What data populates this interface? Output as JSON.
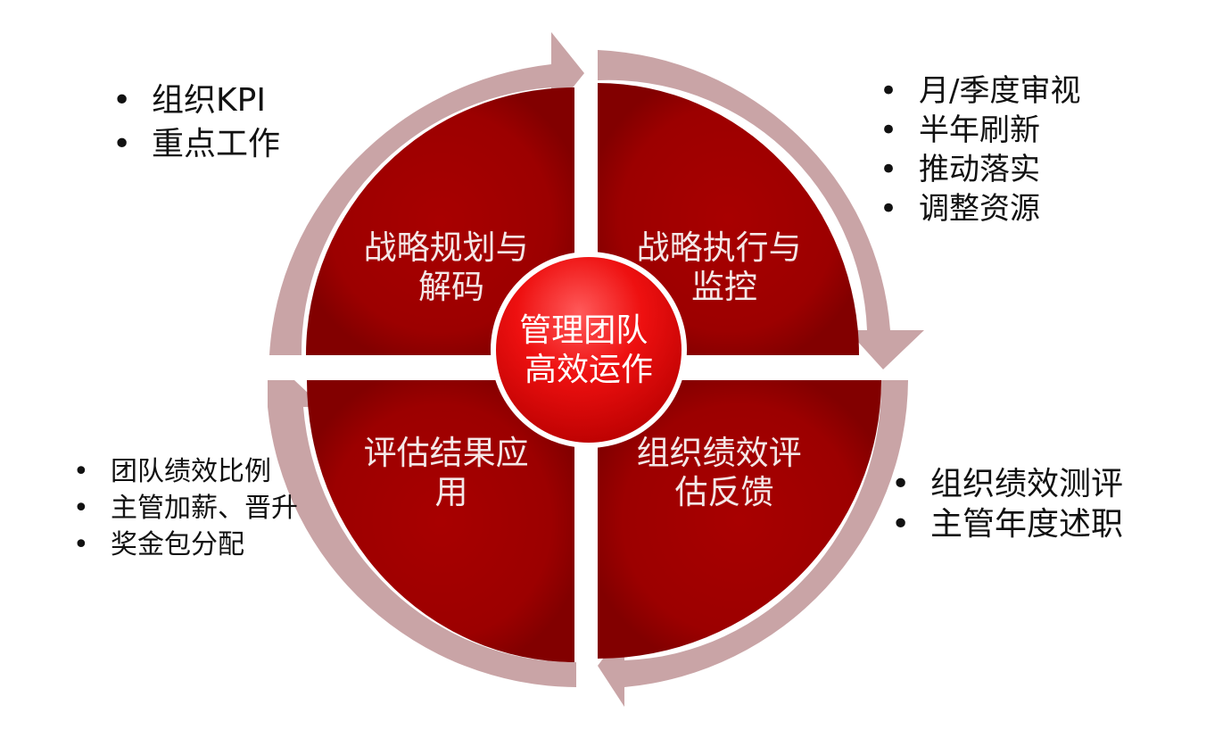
{
  "diagram": {
    "center_label_lines": [
      "管理团队",
      "高效运作"
    ],
    "quadrants": [
      {
        "id": "top-left",
        "label_lines": [
          "战略规划与",
          "解码"
        ]
      },
      {
        "id": "top-right",
        "label_lines": [
          "战略执行与",
          "监控"
        ]
      },
      {
        "id": "bottom-right",
        "label_lines": [
          "组织绩效评",
          "估反馈"
        ]
      },
      {
        "id": "bottom-left",
        "label_lines": [
          "评估结果应",
          "用"
        ]
      }
    ],
    "colors": {
      "quadrant": "#a10000",
      "quadrant_dark": "#7d0000",
      "arrow_ring": "#c9a4a6",
      "hub": "#e30000",
      "hub_highlight": "#ff5a5a",
      "separator": "#ffffff"
    }
  },
  "lists": {
    "top_left": [
      "组织KPI",
      "重点工作"
    ],
    "top_right": [
      "月/季度审视",
      "半年刷新",
      "推动落实",
      "调整资源"
    ],
    "bottom_left": [
      "团队绩效比例",
      "主管加薪、晋升",
      "奖金包分配"
    ],
    "bottom_right": [
      "组织绩效测评",
      "主管年度述职"
    ]
  }
}
